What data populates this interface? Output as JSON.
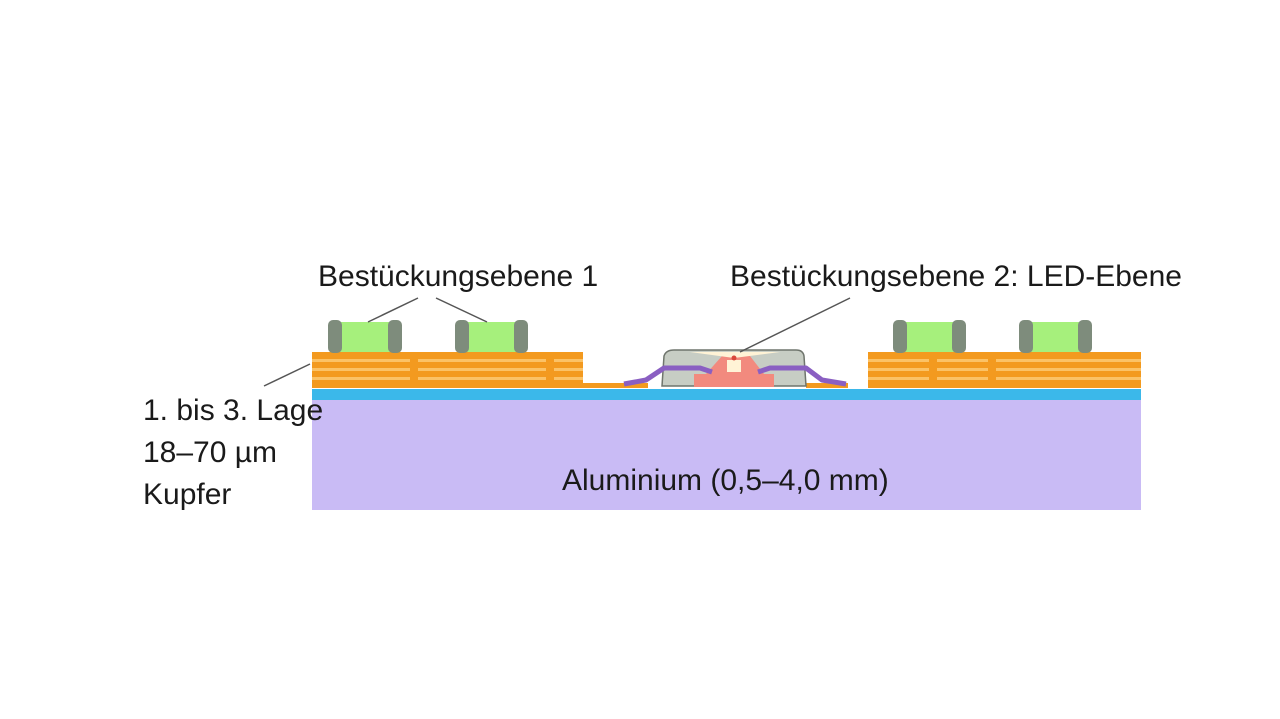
{
  "labels": {
    "layer1": "Bestückungsebene 1",
    "layer2": "Bestückungsebene 2: LED-Ebene",
    "copper_line1": "1. bis 3. Lage",
    "copper_line2": "18–70 µm",
    "copper_line3": "Kupfer",
    "substrate": "Aluminium (0,5–4,0 mm)"
  },
  "colors": {
    "aluminium": "#c9bbf5",
    "dielectric": "#3bb8ea",
    "copper": "#f39a1f",
    "copper_light": "#fbc266",
    "component_body": "#a6f07c",
    "component_cap": "#7e8c7c",
    "led_housing": "#c7cdc4",
    "led_chip": "#f28a7e",
    "bond_wire": "#8a5fc2"
  }
}
